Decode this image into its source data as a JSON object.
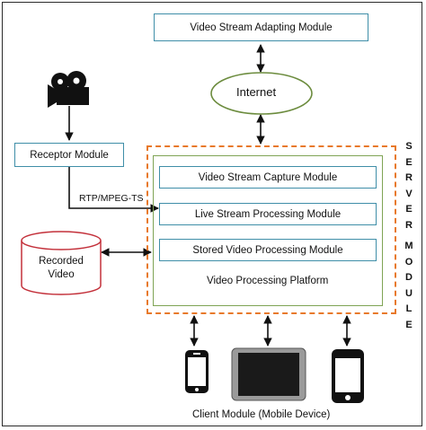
{
  "modules": {
    "adapting": "Video Stream Adapting Module",
    "internet": "Internet",
    "receptor": "Receptor Module",
    "protocol": "RTP/MPEG-TS",
    "recorded": "Recorded\nVideo",
    "capture": "Video Stream Capture Module",
    "live": "Live Stream Processing Module",
    "stored": "Stored Video Processing Module",
    "platform": "Video Processing Platform",
    "client": "Client Module (Mobile Device)"
  },
  "server_label": {
    "word1": [
      "S",
      "E",
      "R",
      "V",
      "E",
      "R"
    ],
    "word2": [
      "M",
      "O",
      "D",
      "U",
      "L",
      "E"
    ]
  },
  "colors": {
    "module_border": "#3f8ea8",
    "server_border": "#e8792b",
    "platform_border": "#7fa455"
  }
}
